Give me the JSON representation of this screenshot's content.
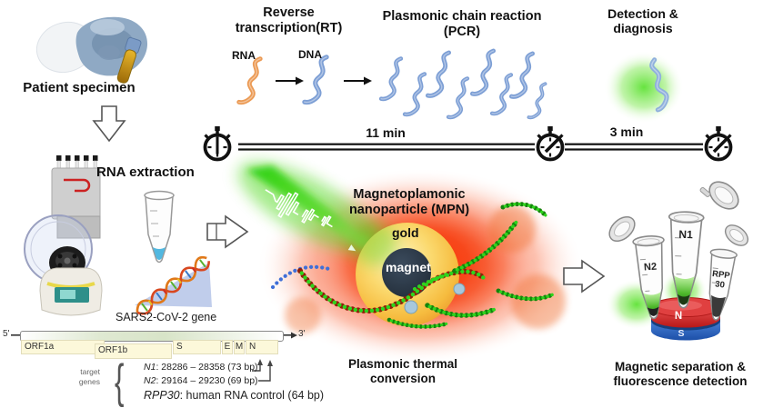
{
  "stage1": {
    "title": "Patient specimen",
    "extraction_label": "RNA extraction",
    "gene_caption": "SARS2-CoV-2 gene"
  },
  "rt": {
    "title_l1": "Reverse",
    "title_l2": "transcription(RT)",
    "rna_label": "RNA",
    "dna_label": "DNA"
  },
  "pcr": {
    "title_l1": "Plasmonic chain reaction",
    "title_l2": "(PCR)"
  },
  "detection": {
    "title_l1": "Detection &",
    "title_l2": "diagnosis"
  },
  "timeline": {
    "rt_pcr_duration": "11 min",
    "detection_duration": "3 min"
  },
  "mpn": {
    "title_l1": "Magnetoplamonic",
    "title_l2": "nanoparticle (MPN)",
    "gold_label": "gold",
    "magnet_label": "magnet",
    "caption": "Plasmonic thermal conversion"
  },
  "genome": {
    "five_prime": "5'",
    "three_prime": "3'",
    "segments": [
      {
        "label": "ORF1a"
      },
      {
        "label": "ORF1b"
      },
      {
        "label": "S"
      },
      {
        "label": "E"
      },
      {
        "label": "M"
      },
      {
        "label": "N"
      }
    ],
    "target_label_l1": "target",
    "target_label_l2": "genes",
    "brace": "{",
    "targets": [
      {
        "name": "N1",
        "desc": ": 28286 – 28358 (73 bp)"
      },
      {
        "name": "N2",
        "desc": ": 29164 – 29230 (69 bp)"
      },
      {
        "name": "RPP30",
        "desc": ": human RNA control (64 bp)"
      }
    ]
  },
  "separation": {
    "tube_left": "N2",
    "tube_center": "N1",
    "tube_right_l1": "RPP",
    "tube_right_l2": "30",
    "magnet_north": "N",
    "magnet_south": "S",
    "caption_l1": "Magnetic separation &",
    "caption_l2": "fluorescence detection"
  },
  "colors": {
    "dna_blue": "#7d9fd5",
    "rna_orange": "#eb9a54",
    "laser_green": "#35d80f",
    "red_glow": "#f93405",
    "gold": "#f6c33f",
    "magnet_core": "#2c3744",
    "strand_green": "#2ed41c",
    "magnet_north_red": "#c61f1f",
    "magnet_south_blue": "#1c4fa8",
    "gene_box": "#fcf8da"
  }
}
